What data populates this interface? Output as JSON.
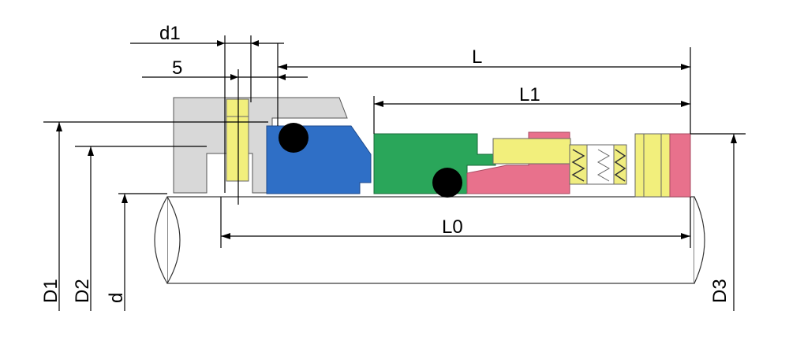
{
  "labels": {
    "d1": "d1",
    "five": "5",
    "L": "L",
    "L1": "L1",
    "L0": "L0",
    "D1": "D1",
    "D2": "D2",
    "d": "d",
    "D3": "D3"
  },
  "colors": {
    "gland": "#d8d8d8",
    "pin": "#f2ef7c",
    "stationary_ring": "#2f6fc6",
    "rotating_face": "#2aa65a",
    "oring": "#000000",
    "retainer": "#e8718c",
    "spring": "#f0ed80",
    "shaft": "#ffffff"
  }
}
